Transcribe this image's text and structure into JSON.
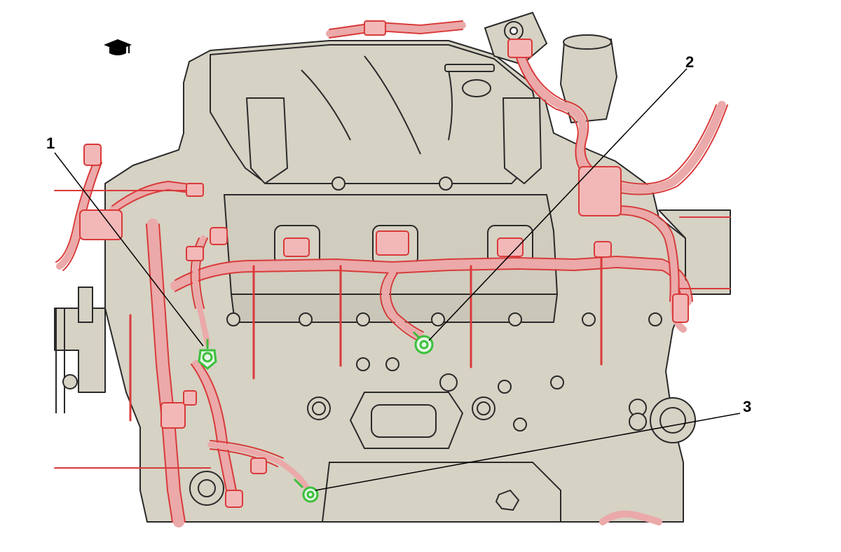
{
  "colors": {
    "engine_fill": "#d6d2c4",
    "engine_stroke": "#2a2a2a",
    "harness": "#d93a3a",
    "harness_fill": "#eba9a9",
    "ground": "#3cbf3c",
    "callout_line": "#000000"
  },
  "icons": {
    "top_left": "graduation-cap-icon"
  },
  "callouts": [
    {
      "id": "1",
      "label": "1"
    },
    {
      "id": "2",
      "label": "2"
    },
    {
      "id": "3",
      "label": "3"
    }
  ]
}
